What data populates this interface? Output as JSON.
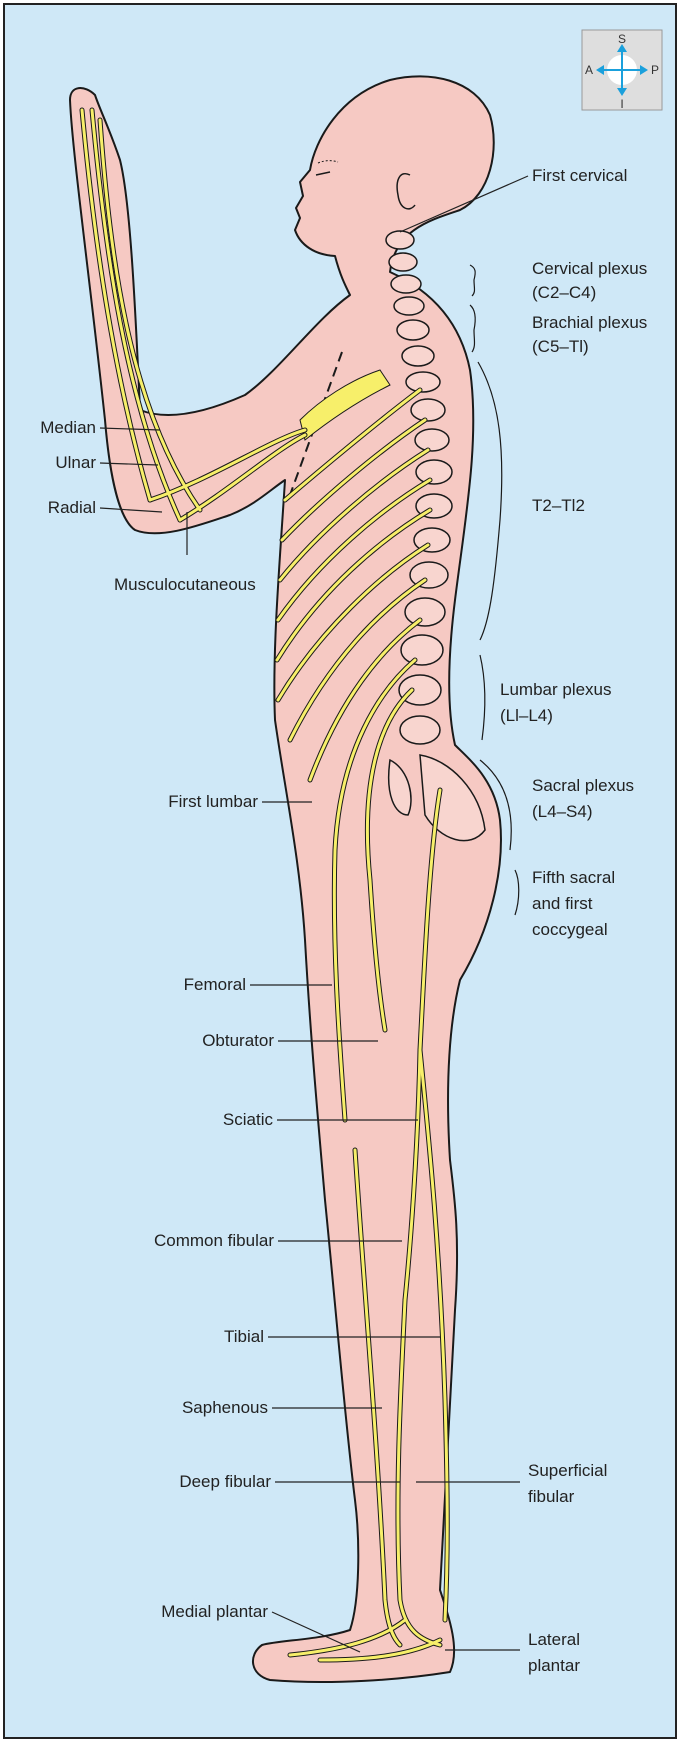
{
  "colors": {
    "background": "#cfe8f7",
    "frame": "#222222",
    "skin": "#f6c9c3",
    "bone": "#f8d5cf",
    "nerve": "#f7ef6a",
    "outline": "#1a1a1a",
    "compass_arrow": "#1aa0dc"
  },
  "compass": {
    "superior": "S",
    "inferior": "I",
    "anterior": "A",
    "posterior": "P"
  },
  "labels": {
    "first_cervical": "First cervical",
    "cervical_plexus": "Cervical plexus",
    "cervical_plexus_range": "(C2–C4)",
    "brachial_plexus": "Brachial plexus",
    "brachial_plexus_range": "(C5–Tl)",
    "median": "Median",
    "ulnar": "Ulnar",
    "radial": "Radial",
    "t2_tl2": "T2–Tl2",
    "musculocutaneous": "Musculocutaneous",
    "lumbar_plexus": "Lumbar plexus",
    "lumbar_plexus_range": "(Ll–L4)",
    "sacral_plexus": "Sacral plexus",
    "sacral_plexus_range": "(L4–S4)",
    "first_lumbar": "First lumbar",
    "fifth_sacral_1": "Fifth sacral",
    "fifth_sacral_2": "and first",
    "fifth_sacral_3": "coccygeal",
    "femoral": "Femoral",
    "obturator": "Obturator",
    "sciatic": "Sciatic",
    "common_fibular": "Common fibular",
    "tibial": "Tibial",
    "saphenous": "Saphenous",
    "deep_fibular": "Deep fibular",
    "superficial_fibular_1": "Superficial",
    "superficial_fibular_2": "fibular",
    "medial_plantar": "Medial plantar",
    "lateral_plantar_1": "Lateral",
    "lateral_plantar_2": "plantar"
  }
}
